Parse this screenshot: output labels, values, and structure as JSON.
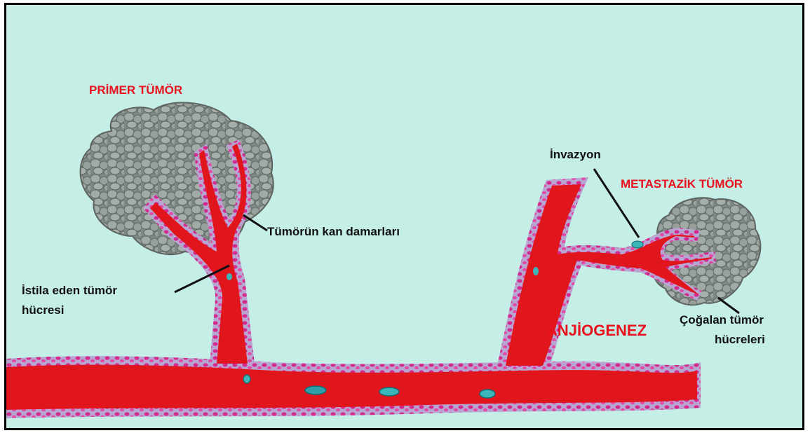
{
  "labels": {
    "primary_tumor": "PRİMER TÜMÖR",
    "tumor_vessels": "Tümörün kan damarları",
    "invading_cell_line1": "İstila eden tümör",
    "invading_cell_line2": "hücresi",
    "invasion": "İnvazyon",
    "metastatic_tumor": "METASTAZİK TÜMÖR",
    "angiogenesis": "ANJİOGENEZ",
    "proliferating_line1": "Çoğalan tümör",
    "proliferating_line2": "hücreleri"
  },
  "colors": {
    "background": "#c5eee6",
    "vessel": "#e0161c",
    "vessel_wall": "#c2389a",
    "tumor": "#8e9692",
    "label_red": "#e8121e",
    "label_black": "#111111"
  }
}
